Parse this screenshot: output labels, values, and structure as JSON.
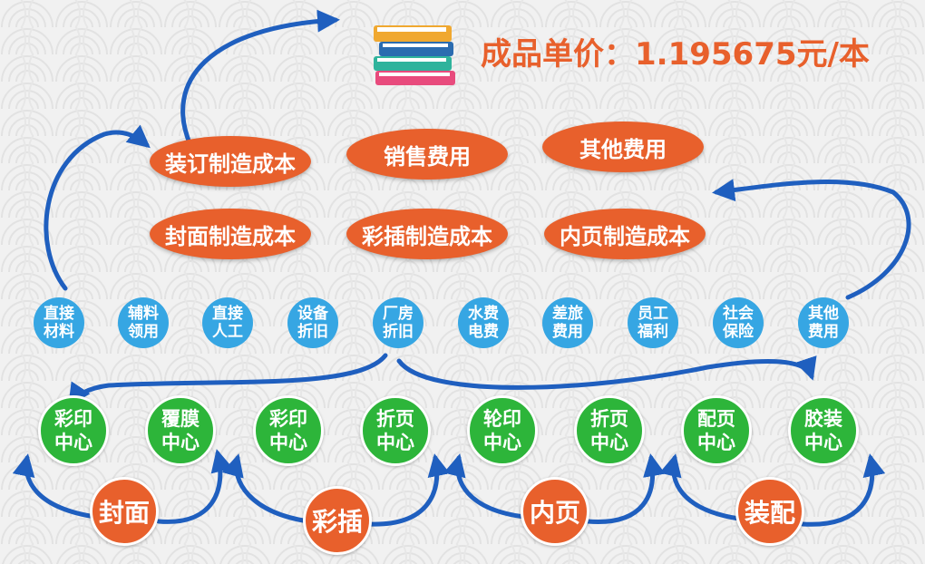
{
  "title": "成品单价：1.195675元/本",
  "cost_items": [
    "装订制造成本",
    "销售费用",
    "其他费用",
    "封面制造成本",
    "彩插制造成本",
    "内页制造成本"
  ],
  "expense_items": [
    "直接\n材料",
    "辅料\n领用",
    "直接\n人工",
    "设备\n折旧",
    "厂房\n折旧",
    "水费\n电费",
    "差旅\n费用",
    "员工\n福利",
    "社会\n保险",
    "其他\n费用"
  ],
  "centers": [
    "彩印\n中心",
    "覆膜\n中心",
    "彩印\n中心",
    "折页\n中心",
    "轮印\n中心",
    "折页\n中心",
    "配页\n中心",
    "胶装\n中心"
  ],
  "products": [
    "封面",
    "彩插",
    "内页",
    "装配"
  ],
  "colors": {
    "orange": "#e8602c",
    "blue": "#36a6e3",
    "green": "#2db53a",
    "arrow": "#1f5fbf"
  }
}
